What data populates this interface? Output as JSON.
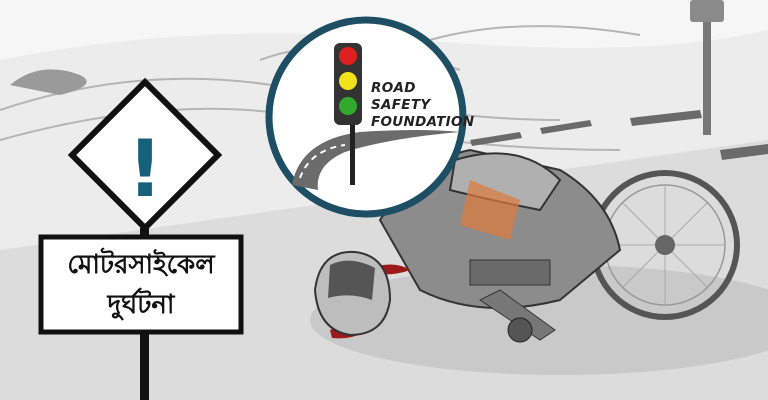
{
  "logo": {
    "lines": [
      "ROAD",
      "SAFETY",
      "FOUNDATION"
    ],
    "ring_color": "#1d4e63",
    "lights": {
      "red": "#e02020",
      "yellow": "#f2e21a",
      "green": "#33a82e"
    }
  },
  "warning_sign": {
    "symbol": "!",
    "symbol_color": "#15607a",
    "text_lines": [
      "মোটরসাইকেল",
      "দুর্ঘটনা"
    ]
  }
}
